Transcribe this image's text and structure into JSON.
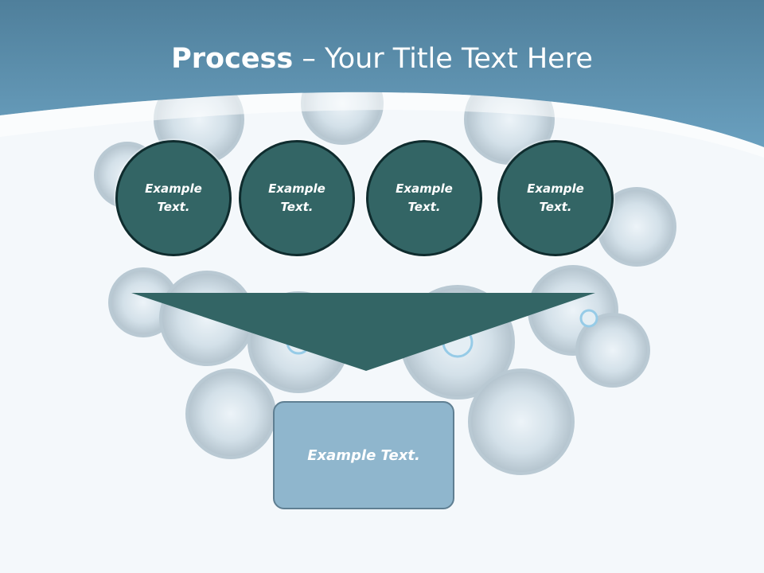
{
  "slide": {
    "title_bold": "Process",
    "title_rest": " – Your Title Text Here",
    "steps": [
      {
        "label": "Example Text."
      },
      {
        "label": "Example Text."
      },
      {
        "label": "Example Text."
      },
      {
        "label": "Example Text."
      }
    ],
    "result": {
      "label": "Example Text."
    }
  },
  "colors": {
    "header": "#5e93b3",
    "circle_fill": "#336565",
    "circle_border": "#0f2c2e",
    "funnel": "#336565",
    "box_fill": "#8fb6cd",
    "box_border": "#5f7f92"
  }
}
